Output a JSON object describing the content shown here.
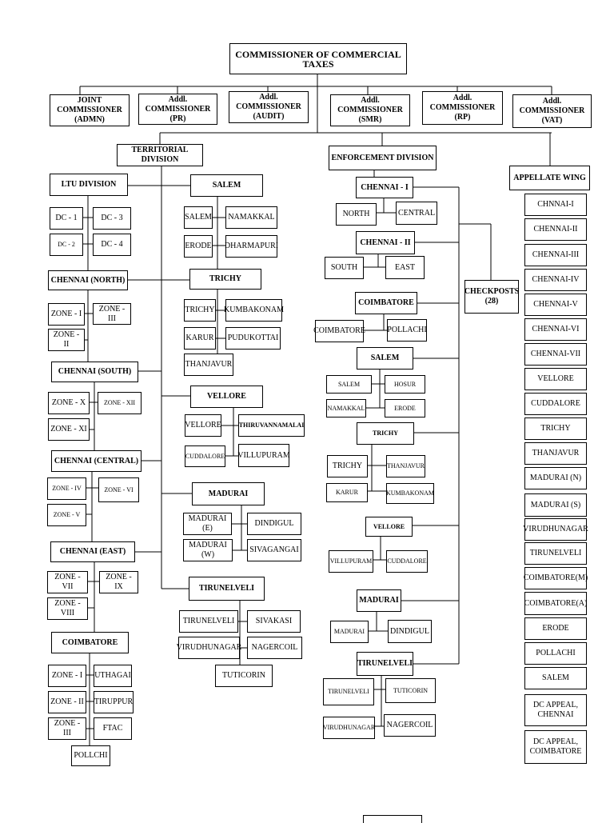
{
  "top": "COMMISSIONER OF COMMERCIAL TAXES",
  "commissioners": {
    "jc_admin": "JOINT COMMISSIONER (ADMN)",
    "ac_pr": "Addl. COMMISSIONER (PR)",
    "ac_audit": "Addl. COMMISSIONER (AUDIT)",
    "ac_smr": "Addl. COMMISSIONER (SMR)",
    "ac_rp": "Addl. COMMISSIONER (RP)",
    "ac_vat": "Addl. COMMISSIONER (VAT)"
  },
  "territorial": {
    "title": "TERRITORIAL DIVISION",
    "ltu": {
      "name": "LTU DIVISION",
      "units": [
        "DC - 1",
        "DC - 3",
        "DC - 2",
        "DC - 4"
      ]
    },
    "chennai_north": {
      "name": "CHENNAI (NORTH)",
      "units": [
        "ZONE - I",
        "ZONE - III",
        "ZONE - II"
      ]
    },
    "chennai_south": {
      "name": "CHENNAI (SOUTH)",
      "units": [
        "ZONE - X",
        "ZONE - XII",
        "ZONE - XI"
      ]
    },
    "chennai_central": {
      "name": "CHENNAI (CENTRAL)",
      "units": [
        "ZONE - IV",
        "ZONE - VI",
        "ZONE - V"
      ]
    },
    "chennai_east": {
      "name": "CHENNAI (EAST)",
      "units": [
        "ZONE - VII",
        "ZONE - IX",
        "ZONE - VIII"
      ]
    },
    "coimbatore": {
      "name": "COIMBATORE",
      "units": [
        "ZONE - I",
        "UTHAGAI",
        "ZONE - II",
        "TIRUPPUR",
        "ZONE - III",
        "FTAC",
        "POLLCHI"
      ]
    },
    "salem": {
      "name": "SALEM",
      "units": [
        "SALEM",
        "NAMAKKAL",
        "ERODE",
        "DHARMAPURI"
      ]
    },
    "trichy": {
      "name": "TRICHY",
      "units": [
        "TRICHY",
        "KUMBAKONAM",
        "KARUR",
        "PUDUKOTTAI",
        "THANJAVUR"
      ]
    },
    "vellore": {
      "name": "VELLORE",
      "units": [
        "VELLORE",
        "THIRUVANNAMALAI",
        "CUDDALORE",
        "VILLUPURAM"
      ]
    },
    "madurai": {
      "name": "MADURAI",
      "units": [
        "MADURAI (E)",
        "DINDIGUL",
        "MADURAI (W)",
        "SIVAGANGAI"
      ]
    },
    "tirunelveli": {
      "name": "TIRUNELVELI",
      "units": [
        "TIRUNELVELI",
        "SIVAKASI",
        "VIRUDHUNAGAR",
        "NAGERCOIL",
        "TUTICORIN"
      ]
    }
  },
  "enforcement": {
    "title": "ENFORCEMENT DIVISION",
    "chennai1": {
      "name": "CHENNAI - I",
      "units": [
        "NORTH",
        "CENTRAL"
      ]
    },
    "chennai2": {
      "name": "CHENNAI - II",
      "units": [
        "SOUTH",
        "EAST"
      ]
    },
    "coimbatore": {
      "name": "COIMBATORE",
      "units": [
        "COIMBATORE",
        "POLLACHI"
      ]
    },
    "salem": {
      "name": "SALEM",
      "units": [
        "SALEM",
        "HOSUR",
        "NAMAKKAL",
        "ERODE"
      ]
    },
    "trichy": {
      "name": "TRICHY",
      "units": [
        "TRICHY",
        "THANJAVUR",
        "KARUR",
        "KUMBAKONAM"
      ]
    },
    "vellore": {
      "name": "VELLORE",
      "units": [
        "VILLUPURAM",
        "CUDDALORE"
      ]
    },
    "madurai": {
      "name": "MADURAI",
      "units": [
        "MADURAI",
        "DINDIGUL"
      ]
    },
    "tirunelveli": {
      "name": "TIRUNELVELI",
      "units": [
        "TIRUNELVELI",
        "TUTICORIN",
        "VIRUDHUNAGAR",
        "NAGERCOIL"
      ]
    },
    "checkposts": "CHECKPOSTS (28)"
  },
  "appellate": {
    "title": "APPELLATE WING",
    "items": [
      "CHNNAI-I",
      "CHENNAI-II",
      "CHENNAI-III",
      "CHENNAI-IV",
      "CHENNAI-V",
      "CHENNAI-VI",
      "CHENNAI-VII",
      "VELLORE",
      "CUDDALORE",
      "TRICHY",
      "THANJAVUR",
      "MADURAI (N)",
      "MADURAI (S)",
      "VIRUDHUNAGAR",
      "TIRUNELVELI",
      "COIMBATORE(M)",
      "COIMBATORE(A)",
      "ERODE",
      "POLLACHI",
      "SALEM",
      "DC APPEAL, CHENNAI",
      "DC APPEAL, COIMBATORE"
    ]
  }
}
